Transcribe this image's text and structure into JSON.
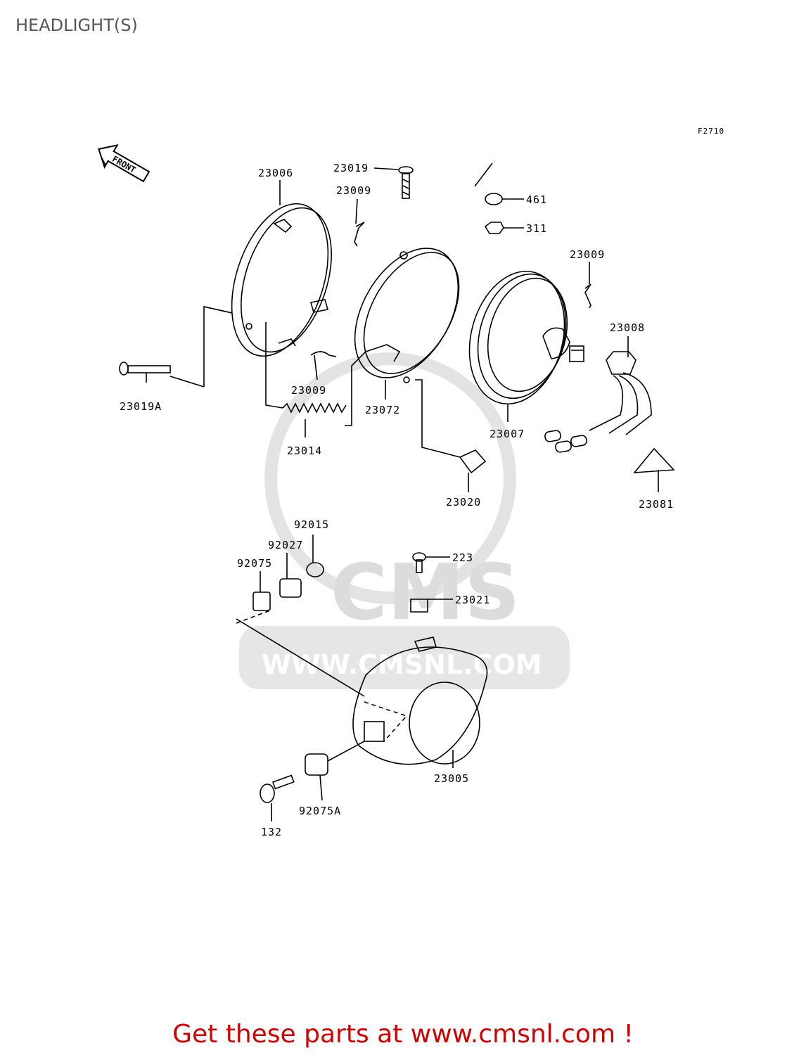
{
  "page": {
    "title": "HEADLIGHT(S)",
    "figure_code": "F2710",
    "footer_link": "Get these parts at www.cmsnl.com !"
  },
  "front_arrow": {
    "label": "FRONT"
  },
  "watermark": {
    "logo": "CMS",
    "url": "WWW.CMSNL.COM"
  },
  "parts": {
    "p23006": "23006",
    "p23019": "23019",
    "p23009a": "23009",
    "p461": "461",
    "p311": "311",
    "p23009b": "23009",
    "p23008": "23008",
    "p23009c": "23009",
    "p23072": "23072",
    "p23019a": "23019A",
    "p23014": "23014",
    "p23007": "23007",
    "p23020": "23020",
    "p23081": "23081",
    "p92015": "92015",
    "p92027": "92027",
    "p92075": "92075",
    "p223": "223",
    "p23021": "23021",
    "p23005": "23005",
    "p92075a": "92075A",
    "p132": "132"
  }
}
